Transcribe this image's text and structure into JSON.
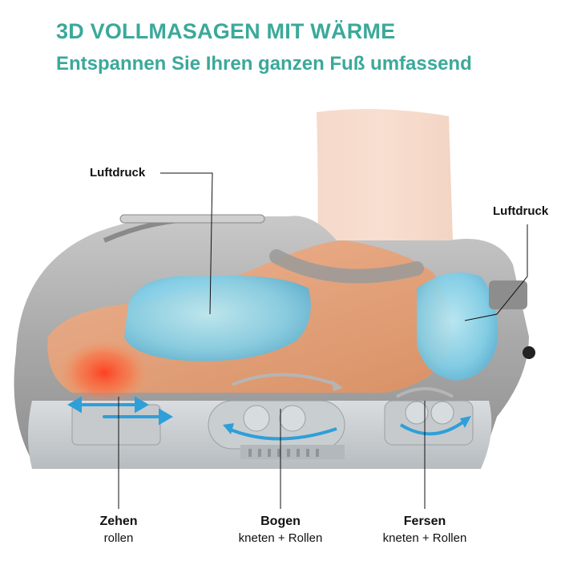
{
  "header": {
    "title": "3D VOLLMASAGEN MIT WÄRME",
    "subtitle": "Entspannen Sie Ihren ganzen Fuß umfassend"
  },
  "callouts": {
    "top_left": "Luftdruck",
    "top_right": "Luftdruck"
  },
  "captions": [
    {
      "title": "Zehen",
      "subtitle": "rollen"
    },
    {
      "title": "Bogen",
      "subtitle": "kneten + Rollen"
    },
    {
      "title": "Fersen",
      "subtitle": "kneten + Rollen"
    }
  ],
  "colors": {
    "accent": "#3aa99a",
    "device_gray": "#a7a7a7",
    "airbag_blue": "#7fd0ea",
    "skin": "#e9a27f",
    "heat": "#ff4a2a",
    "arrow_blue": "#2f9fd8"
  }
}
